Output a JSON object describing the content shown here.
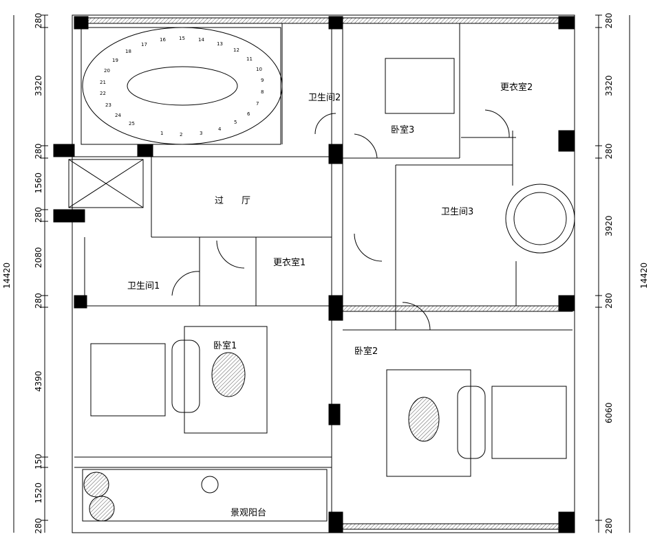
{
  "rooms": {
    "stair_hall": "过　　厅",
    "bath1": "卫生间1",
    "bath2": "卫生间2",
    "bath3": "卫生间3",
    "closet1": "更衣室1",
    "closet2": "更衣室2",
    "bedroom1": "卧室1",
    "bedroom2": "卧室2",
    "bedroom3": "卧室3",
    "balcony": "景观阳台"
  },
  "dimensions": {
    "left": [
      "280",
      "3320",
      "280",
      "1560",
      "280",
      "2080",
      "280",
      "4390",
      "150",
      "1520",
      "280"
    ],
    "left_total": "14420",
    "right": [
      "280",
      "3320",
      "280",
      "3920",
      "280",
      "6060",
      "280"
    ],
    "right_total": "14420"
  },
  "stair_steps": [
    "1",
    "2",
    "3",
    "4",
    "5",
    "6",
    "7",
    "8",
    "9",
    "10",
    "11",
    "12",
    "13",
    "14",
    "15",
    "16",
    "17",
    "18",
    "19",
    "20",
    "21",
    "22",
    "23",
    "24",
    "25"
  ]
}
